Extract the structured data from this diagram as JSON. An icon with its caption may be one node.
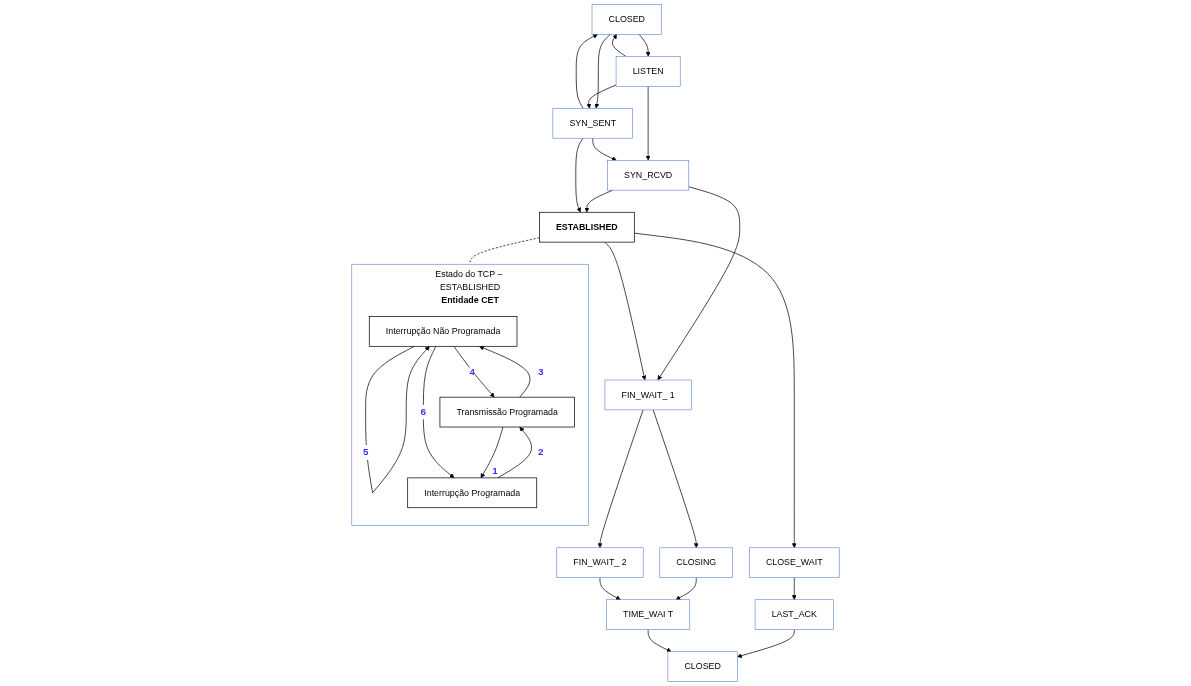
{
  "diagram": {
    "nodes": [
      {
        "text": [
          "CLOSED"
        ]
      },
      {
        "text": [
          "LISTEN"
        ]
      },
      {
        "text": [
          "SYN_RCVD"
        ]
      },
      {
        "text": [
          "SYN_SENT"
        ]
      },
      {
        "text": [
          "ESTABLISHED"
        ]
      },
      {
        "text": [
          "FIN_WAIT_ 1"
        ]
      },
      {
        "text": [
          "CLOSE_WAIT"
        ]
      },
      {
        "text": [
          "CLOSING"
        ]
      },
      {
        "text": [
          "LAST_ACK"
        ]
      },
      {
        "text": [
          "FIN_WAIT_ 2"
        ]
      },
      {
        "text": [
          "TIME_WAI T"
        ]
      },
      {
        "text": [
          "CLOSED"
        ]
      },
      {
        "text": [
          "Estado do TCP – ESTABLISHED",
          "Entidade CET"
        ]
      },
      {
        "text": [
          "Interrupção Não Programada"
        ],
        "in": 12
      },
      {
        "text": [
          "Transmissão Programada"
        ],
        "in": 12
      },
      {
        "text": [
          "Interrupção Programada"
        ],
        "in": 12
      }
    ],
    "edges": [
      {
        "from": 0,
        "to": 1,
        "arrow": "to"
      },
      {
        "from": 1,
        "to": 0,
        "arrow": "to"
      },
      {
        "from": 0,
        "to": 3,
        "arrow": "to"
      },
      {
        "from": 3,
        "to": 0,
        "arrow": "to"
      },
      {
        "from": 1,
        "to": 2,
        "arrow": "to"
      },
      {
        "from": 1,
        "to": 3,
        "arrow": "to"
      },
      {
        "from": 3,
        "to": 2,
        "arrow": "to"
      },
      {
        "from": 2,
        "to": 4,
        "arrow": "to"
      },
      {
        "from": 3,
        "to": 4,
        "arrow": "to"
      },
      {
        "from": 2,
        "to": 5,
        "arrow": "to"
      },
      {
        "from": 4,
        "to": 5,
        "arrow": "to"
      },
      {
        "from": 4,
        "to": 6,
        "arrow": "to"
      },
      {
        "from": 5,
        "to": 7,
        "arrow": "to"
      },
      {
        "from": 5,
        "to": 9,
        "arrow": "to"
      },
      {
        "from": 6,
        "to": 8,
        "arrow": "to"
      },
      {
        "from": 7,
        "to": 10,
        "arrow": "to"
      },
      {
        "from": 8,
        "to": 11,
        "arrow": "to"
      },
      {
        "from": 9,
        "to": 10,
        "arrow": "to"
      },
      {
        "from": 10,
        "to": 11,
        "arrow": "to"
      },
      {
        "from": 4,
        "to": 12,
        "arrow": "none",
        "style": "dashed"
      },
      {
        "from": 13,
        "to": 13,
        "label": "5",
        "arrow": "to"
      },
      {
        "from": 14,
        "to": 13,
        "label": "3",
        "arrow": "to"
      },
      {
        "from": 13,
        "to": 14,
        "label": "4",
        "arrow": "to"
      },
      {
        "from": 13,
        "to": 15,
        "label": "6",
        "arrow": "to"
      },
      {
        "from": 15,
        "to": 14,
        "label": "2",
        "arrow": "to"
      },
      {
        "from": 14,
        "to": 15,
        "label": "1",
        "arrow": "to"
      }
    ]
  }
}
